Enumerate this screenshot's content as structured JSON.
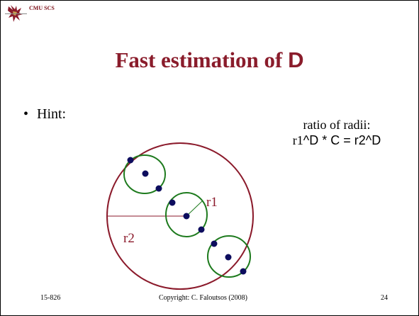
{
  "header": {
    "label": "CMU SCS",
    "logo_icon": "cmu-scs-dragon-logo-icon"
  },
  "title": {
    "text": "Fast estimation of ",
    "variable": "D"
  },
  "bullet": {
    "marker": "•",
    "text": "Hint:"
  },
  "note": {
    "line1": "ratio of radii:",
    "line2_a": "r1",
    "line2_b": "^D * C = r2^D"
  },
  "diagram": {
    "r1_label": "r1",
    "r2_label": "r2",
    "outer_circle_color": "#8b1a2b",
    "inner_circle_color": "#1d7a1d",
    "point_color": "#0d0d5e"
  },
  "footer": {
    "course": "15-826",
    "copyright": "Copyright: C. Faloutsos (2008)",
    "page": "24"
  }
}
